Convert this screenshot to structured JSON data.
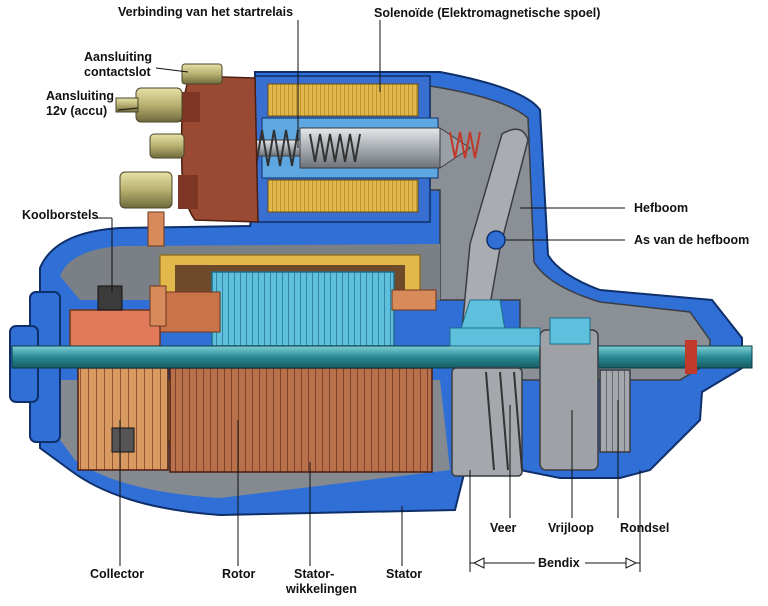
{
  "labels": {
    "verbinding": "Verbinding van het startrelais",
    "solenoide": "Solenoïde (Elektromagnetische spoel)",
    "contactslot_1": "Aansluiting",
    "contactslot_2": "contactslot",
    "accu_1": "Aansluiting",
    "accu_2": "12v (accu)",
    "koolborstels": "Koolborstels",
    "hefboom": "Hefboom",
    "as_hefboom": "As van de hefboom",
    "veer": "Veer",
    "vrijloop": "Vrijloop",
    "rondsel": "Rondsel",
    "bendix": "Bendix",
    "collector": "Collector",
    "rotor": "Rotor",
    "stator_wik_1": "Stator-",
    "stator_wik_2": "wikkelingen",
    "stator": "Stator"
  },
  "colors": {
    "housing_blue": "#2f6fd6",
    "housing_grey": "#8b8f96",
    "copper": "#c9734a",
    "terminal_brown": "#9a4a33",
    "coil_yellow": "#e0b43c",
    "shaft_teal": "#2a8b95",
    "armature_cyan": "#3fa9c9",
    "bolt_olive": "#b8b070"
  }
}
